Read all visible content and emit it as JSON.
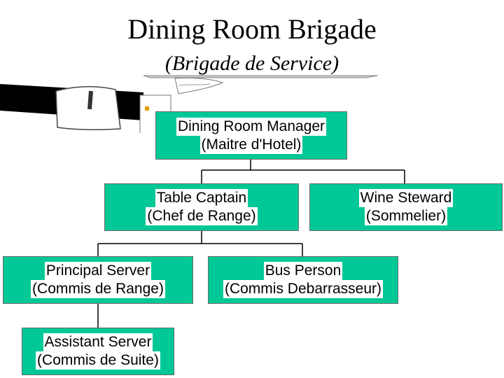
{
  "title": "Dining Room Brigade",
  "subtitle": "(Brigade de Service)",
  "nodes": {
    "manager": {
      "line1": "Dining Room Manager",
      "line2": "(Maitre d'Hotel)"
    },
    "captain": {
      "line1": "Table Captain",
      "line2": "(Chef de Range)"
    },
    "wine": {
      "line1": "Wine Steward",
      "line2": "(Sommelier)"
    },
    "principal": {
      "line1": "Principal Server",
      "line2": "(Commis de Range)"
    },
    "bus": {
      "line1": "Bus Person",
      "line2": "(Commis Debarrasseur)"
    },
    "assistant": {
      "line1": "Assistant Server",
      "line2": "(Commis de Suite)"
    }
  },
  "colors": {
    "box_fill": "#00c896",
    "connector": "#000000"
  },
  "illustration_icon": "waiter-arm-serving-tray-icon"
}
